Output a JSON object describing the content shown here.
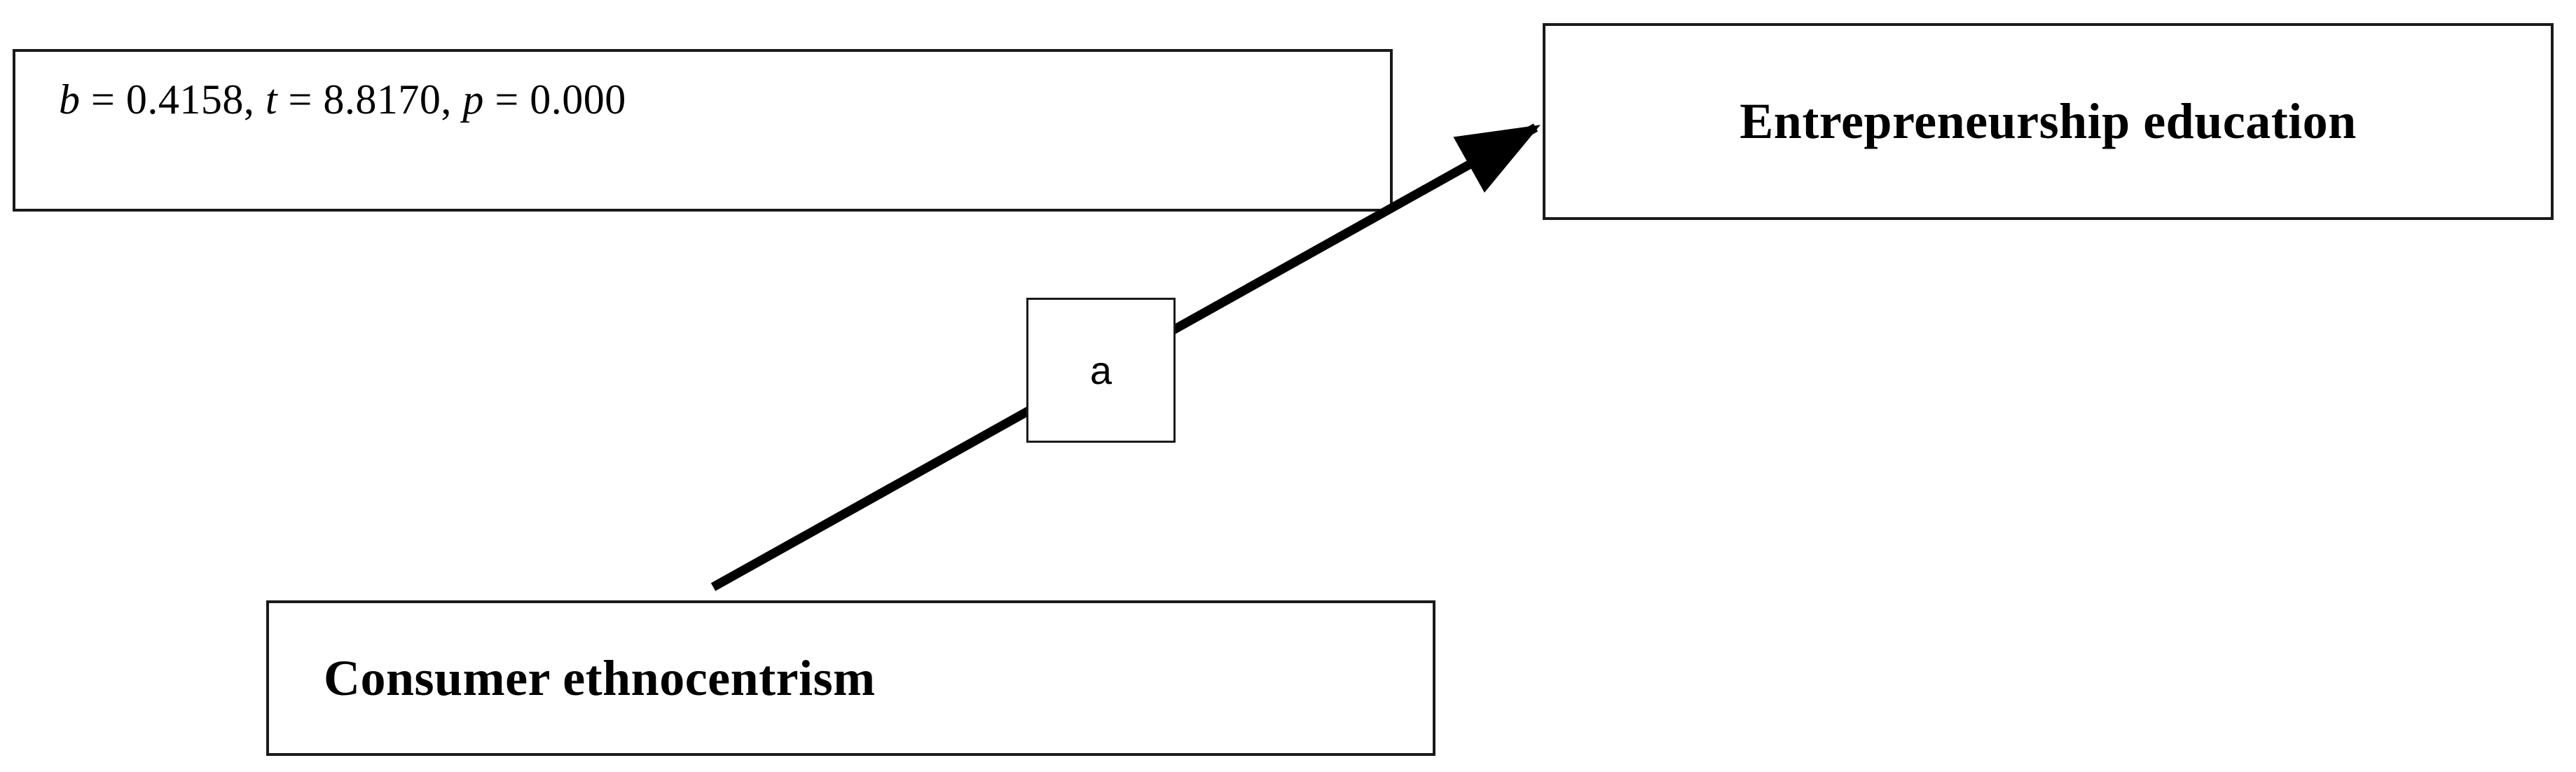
{
  "diagram": {
    "type": "path-diagram",
    "title": "",
    "background_color": "#ffffff",
    "line_color": "#1a1a1a",
    "text_color": "#000000",
    "nodes": [
      {
        "id": "stats",
        "label": "b = 0.4158, t = 8.8170, p = 0.000",
        "shape": "rectangle",
        "role": "annotation"
      },
      {
        "id": "entrepreneurship_education",
        "label": "Entrepreneurship education",
        "shape": "rectangle",
        "role": "outcome"
      },
      {
        "id": "consumer_ethnocentrism",
        "label": "Consumer ethnocentrism",
        "shape": "rectangle",
        "role": "predictor"
      },
      {
        "id": "path_a",
        "label": "a",
        "shape": "square",
        "role": "path-coefficient-label"
      }
    ],
    "edges": [
      {
        "from": "consumer_ethnocentrism",
        "to": "entrepreneurship_education",
        "label": "a",
        "style": "solid",
        "arrowhead": "filled-triangle"
      }
    ],
    "statistics": {
      "b_symbol": "b",
      "b_value": "0.4158",
      "t_symbol": "t",
      "t_value": "8.8170",
      "p_symbol": "p",
      "p_value": "0.000",
      "full_text": "b = 0.4158, t = 8.8170, p = 0.000"
    }
  }
}
